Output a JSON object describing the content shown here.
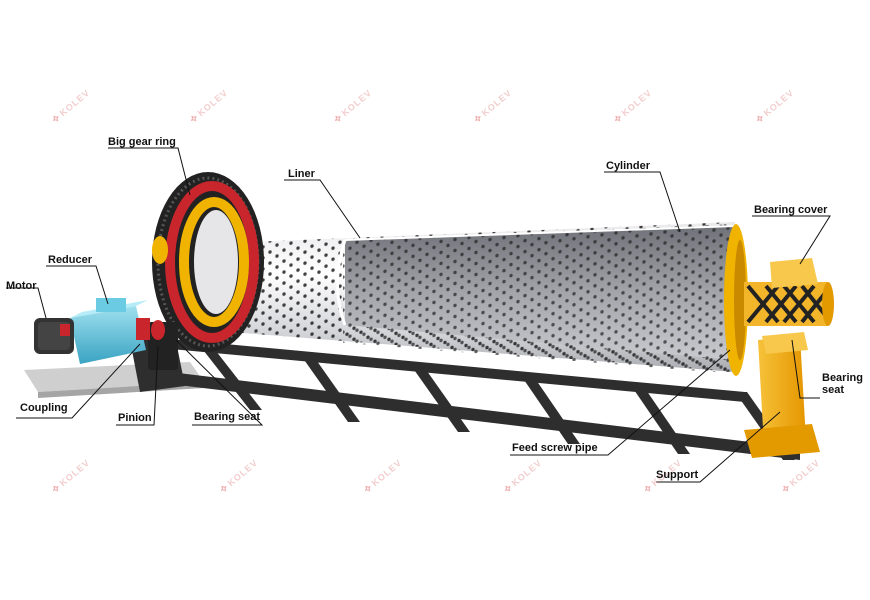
{
  "watermark": "KOLEV",
  "labels": {
    "big_gear_ring": "Big gear ring",
    "liner": "Liner",
    "cylinder": "Cylinder",
    "bearing_cover": "Bearing cover",
    "reducer": "Reducer",
    "motor": "Motor",
    "bearing_seat_right_1": "Bearing",
    "bearing_seat_right_2": "seat",
    "coupling": "Coupling",
    "pinion": "Pinion",
    "bearing_seat_left": "Bearing seat",
    "feed_screw_pipe": "Feed screw pipe",
    "support": "Support"
  },
  "colors": {
    "frame": "#2e2e2e",
    "gear_ring": "#c8262c",
    "flange": "#f0b400",
    "reducer": "#5fc3dc",
    "motor": "#333333",
    "support": "#f3a800",
    "shell": "#d9d9dc",
    "liner": "#8f9198",
    "bolt": "#1f1f1f"
  }
}
